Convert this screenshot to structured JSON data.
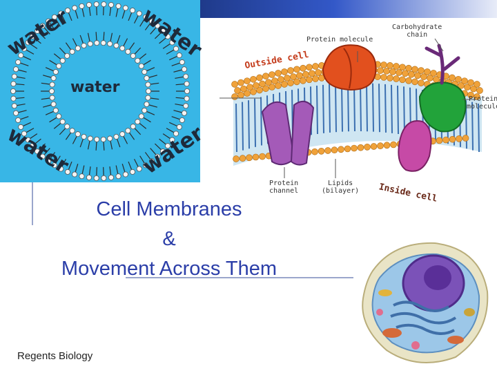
{
  "colors": {
    "water_bg": "#38b6e6",
    "title": "#2b3ea8",
    "protein_red": "#e2501e",
    "protein_green": "#22a33a",
    "protein_pink": "#c64aa6",
    "head_orange": "#f0a23a"
  },
  "water_panel": {
    "words": [
      "water",
      "water",
      "water",
      "water",
      "water"
    ]
  },
  "membrane": {
    "labels": {
      "protein_molecule_top": "Protein molecule",
      "carbohydrate_chain": "Carbohydrate\nchain",
      "outside_cell": "Outside cell",
      "protein_molecule_right": "Protein\nmolecule",
      "protein_channel": "Protein\nchannel",
      "lipids_bilayer": "Lipids\n(bilayer)",
      "inside_cell": "Inside cell"
    }
  },
  "title": {
    "line1": "Cell Membranes",
    "line2": "&",
    "line3": "Movement Across Them"
  },
  "footer": {
    "text": "Regents Biology"
  }
}
